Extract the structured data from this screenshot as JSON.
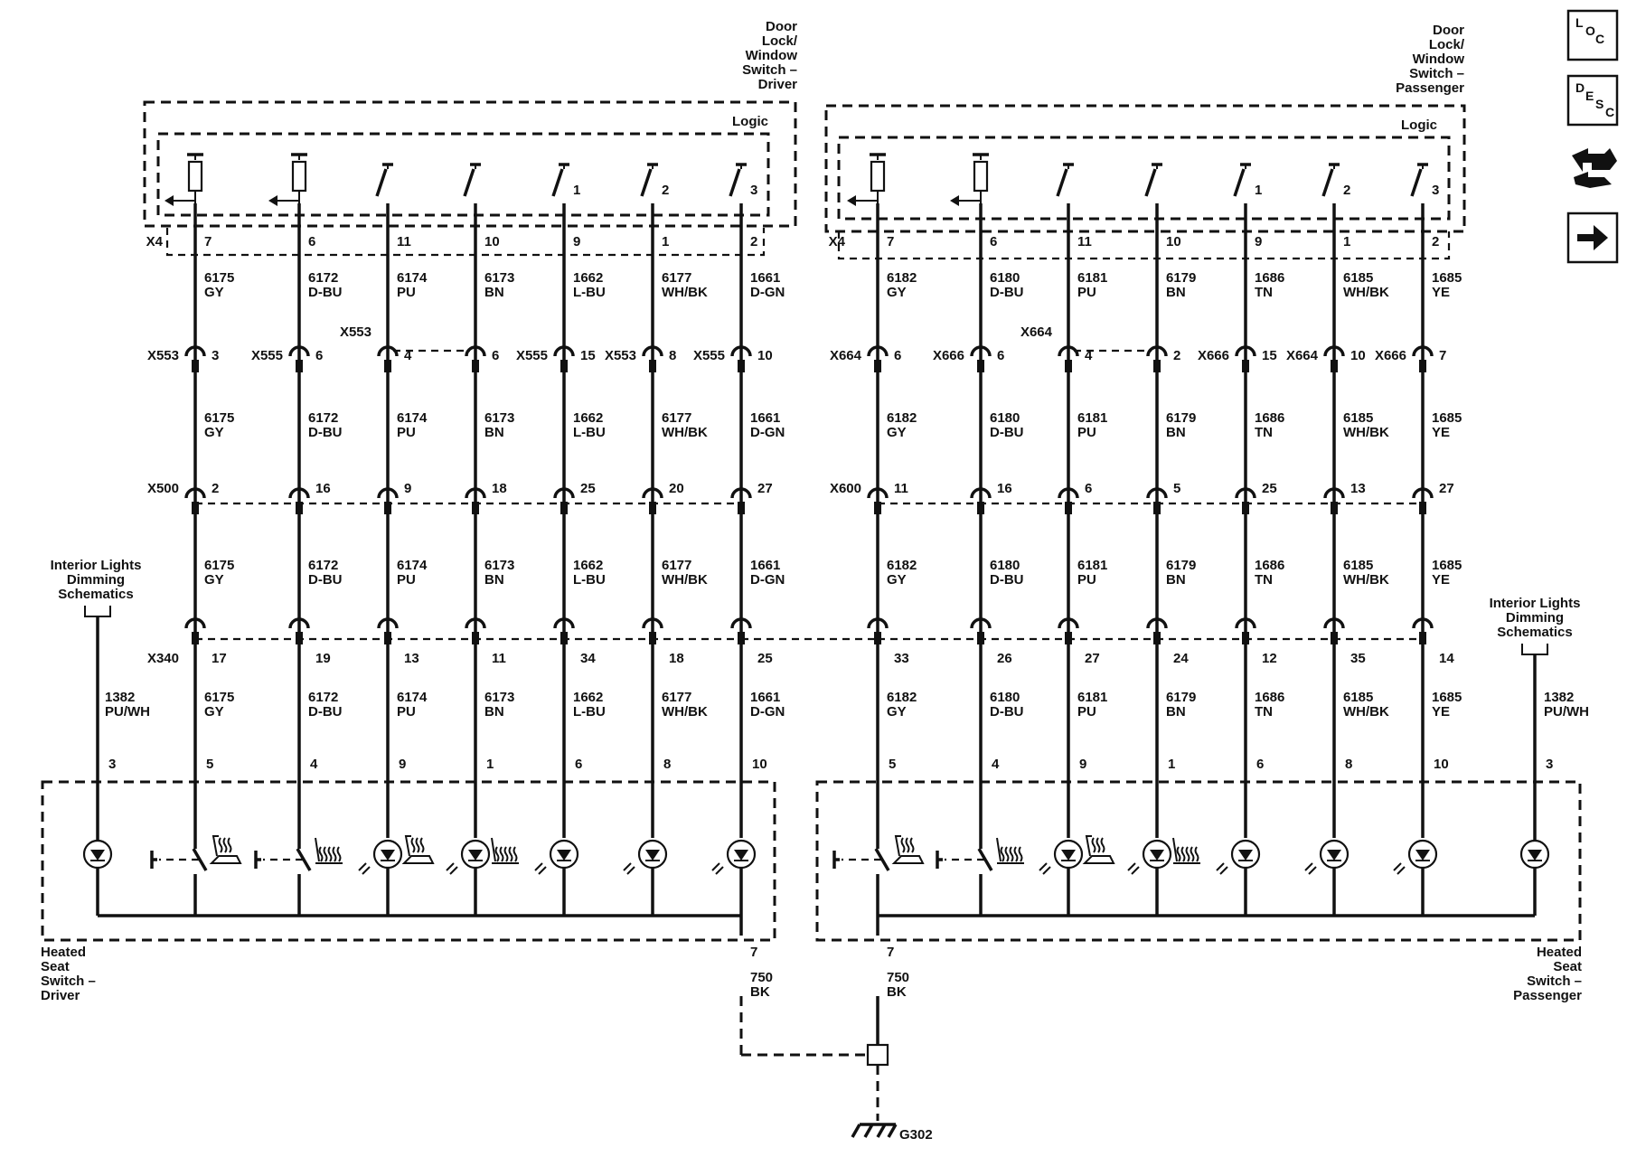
{
  "nav_icons": [
    {
      "name": "loc-icon",
      "letters": [
        "L",
        "O",
        "C"
      ]
    },
    {
      "name": "desc-icon",
      "letters": [
        "D",
        "E",
        "S",
        "C"
      ]
    },
    {
      "name": "connector-end-view-icon"
    },
    {
      "name": "next-page-arrow-icon"
    }
  ],
  "sides": [
    {
      "id": "driver",
      "door_switch_title": [
        "Door",
        "Lock/",
        "Window",
        "Switch –",
        "Driver"
      ],
      "logic_label": "Logic",
      "x4_label": "X4",
      "heated_seat_title": [
        "Heated",
        "Seat",
        "Switch –",
        "Driver"
      ],
      "interior_lights_title": [
        "Interior Lights",
        "Dimming",
        "Schematics"
      ],
      "illum_circuit": "1382",
      "illum_color": "PU/WH",
      "illum_pin": "3",
      "ground_pin": "7",
      "ground_circuit": "750",
      "ground_color": "BK",
      "inline_row_a_label": "X500",
      "inline_row_b_label": "X340",
      "columns": [
        {
          "circuit": "6175",
          "color": "GY",
          "x4_pin": "7",
          "mid_conn": "X553",
          "mid_pin": "3",
          "x500_pin": "2",
          "x340_pin": "17",
          "seat_pin": "5",
          "switch_type": "pull",
          "switch_num": "",
          "seat_device": "seat-heat-switch",
          "seat_icon": "seat-cushion-heat-icon"
        },
        {
          "circuit": "6172",
          "color": "D-BU",
          "x4_pin": "6",
          "mid_conn": "X555",
          "mid_pin": "6",
          "x500_pin": "16",
          "x340_pin": "19",
          "seat_pin": "4",
          "switch_type": "pull",
          "switch_num": "",
          "seat_device": "seat-heat-switch",
          "seat_icon": "seat-back-heat-icon"
        },
        {
          "circuit": "6174",
          "color": "PU",
          "x4_pin": "11",
          "mid_conn": "X553",
          "mid_pin": "4",
          "x500_pin": "9",
          "x340_pin": "13",
          "seat_pin": "9",
          "switch_type": "open",
          "switch_num": "",
          "seat_device": "led",
          "seat_icon": "seat-cushion-heat-icon"
        },
        {
          "circuit": "6173",
          "color": "BN",
          "x4_pin": "10",
          "mid_conn": "",
          "mid_pin": "6",
          "x500_pin": "18",
          "x340_pin": "11",
          "seat_pin": "1",
          "switch_type": "open",
          "switch_num": "",
          "seat_device": "led",
          "seat_icon": "seat-back-heat-icon"
        },
        {
          "circuit": "1662",
          "color": "L-BU",
          "x4_pin": "9",
          "mid_conn": "X555",
          "mid_pin": "15",
          "x500_pin": "25",
          "x340_pin": "34",
          "seat_pin": "6",
          "switch_type": "open",
          "switch_num": "1",
          "seat_device": "led",
          "seat_icon": ""
        },
        {
          "circuit": "6177",
          "color": "WH/BK",
          "x4_pin": "1",
          "mid_conn": "X553",
          "mid_pin": "8",
          "x500_pin": "20",
          "x340_pin": "18",
          "seat_pin": "8",
          "switch_type": "open",
          "switch_num": "2",
          "seat_device": "led",
          "seat_icon": ""
        },
        {
          "circuit": "1661",
          "color": "D-GN",
          "x4_pin": "2",
          "mid_conn": "X555",
          "mid_pin": "10",
          "x500_pin": "27",
          "x340_pin": "25",
          "seat_pin": "10",
          "switch_type": "open",
          "switch_num": "3",
          "seat_device": "led",
          "seat_icon": ""
        }
      ]
    },
    {
      "id": "passenger",
      "door_switch_title": [
        "Door",
        "Lock/",
        "Window",
        "Switch –",
        "Passenger"
      ],
      "logic_label": "Logic",
      "x4_label": "X4",
      "heated_seat_title": [
        "Heated",
        "Seat",
        "Switch –",
        "Passenger"
      ],
      "interior_lights_title": [
        "Interior Lights",
        "Dimming",
        "Schematics"
      ],
      "illum_circuit": "1382",
      "illum_color": "PU/WH",
      "illum_pin": "3",
      "ground_pin": "7",
      "ground_circuit": "750",
      "ground_color": "BK",
      "inline_row_a_label": "X600",
      "inline_row_b_label": "",
      "columns": [
        {
          "circuit": "6182",
          "color": "GY",
          "x4_pin": "7",
          "mid_conn": "X664",
          "mid_pin": "6",
          "x500_pin": "11",
          "x340_pin": "33",
          "seat_pin": "5",
          "switch_type": "pull",
          "switch_num": "",
          "seat_device": "seat-heat-switch",
          "seat_icon": "seat-cushion-heat-icon"
        },
        {
          "circuit": "6180",
          "color": "D-BU",
          "x4_pin": "6",
          "mid_conn": "X666",
          "mid_pin": "6",
          "x500_pin": "16",
          "x340_pin": "26",
          "seat_pin": "4",
          "switch_type": "pull",
          "switch_num": "",
          "seat_device": "seat-heat-switch",
          "seat_icon": "seat-back-heat-icon"
        },
        {
          "circuit": "6181",
          "color": "PU",
          "x4_pin": "11",
          "mid_conn": "X664",
          "mid_pin": "4",
          "x500_pin": "6",
          "x340_pin": "27",
          "seat_pin": "9",
          "switch_type": "open",
          "switch_num": "",
          "seat_device": "led",
          "seat_icon": "seat-cushion-heat-icon"
        },
        {
          "circuit": "6179",
          "color": "BN",
          "x4_pin": "10",
          "mid_conn": "",
          "mid_pin": "2",
          "x500_pin": "5",
          "x340_pin": "24",
          "seat_pin": "1",
          "switch_type": "open",
          "switch_num": "",
          "seat_device": "led",
          "seat_icon": "seat-back-heat-icon"
        },
        {
          "circuit": "1686",
          "color": "TN",
          "x4_pin": "9",
          "mid_conn": "X666",
          "mid_pin": "15",
          "x500_pin": "25",
          "x340_pin": "12",
          "seat_pin": "6",
          "switch_type": "open",
          "switch_num": "1",
          "seat_device": "led",
          "seat_icon": ""
        },
        {
          "circuit": "6185",
          "color": "WH/BK",
          "x4_pin": "1",
          "mid_conn": "X664",
          "mid_pin": "10",
          "x500_pin": "13",
          "x340_pin": "35",
          "seat_pin": "8",
          "switch_type": "open",
          "switch_num": "2",
          "seat_device": "led",
          "seat_icon": ""
        },
        {
          "circuit": "1685",
          "color": "YE",
          "x4_pin": "2",
          "mid_conn": "X666",
          "mid_pin": "7",
          "x500_pin": "27",
          "x340_pin": "14",
          "seat_pin": "10",
          "switch_type": "open",
          "switch_num": "3",
          "seat_device": "led",
          "seat_icon": ""
        }
      ]
    }
  ],
  "ground": {
    "label": "G302"
  }
}
